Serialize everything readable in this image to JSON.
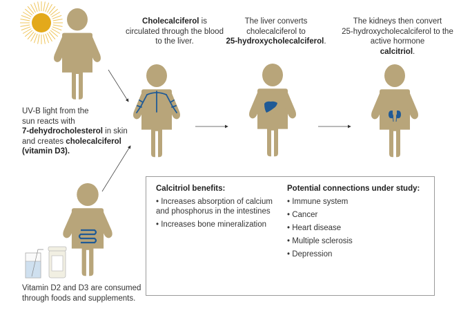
{
  "colors": {
    "figure": "#b8a57a",
    "organ": "#1f5a96",
    "sun": "#e3a91b",
    "sun_rays": "#efc45a",
    "arrow": "#555555",
    "box_border": "#9a9a9a"
  },
  "steps": {
    "skin": {
      "line1": "UV-B light from the",
      "line2": "sun reacts with",
      "bold1": "7-dehydrocholesterol",
      "after1": " in skin",
      "pre2": "and creates ",
      "bold2": "cholecalciferol",
      "bold3": "(vitamin D3)."
    },
    "food": {
      "line1": "Vitamin D2 and D3 are consumed",
      "line2": "through foods and supplements."
    },
    "blood": {
      "bold": "Cholecalciferol",
      "after": " is",
      "line2": "circulated through the blood",
      "line3": "to the liver."
    },
    "liver": {
      "line1": "The liver converts",
      "line2": "cholecalciferol to",
      "bold": "25-hydroxycholecalciferol",
      "end": "."
    },
    "kidney": {
      "line1": "The kidneys then convert",
      "line2": "25-hydroxycholecalciferol to the",
      "line3": "active hormone",
      "bold": "calcitriol",
      "end": "."
    }
  },
  "info_box": {
    "benefits": {
      "title": "Calcitriol benefits:",
      "items": [
        "Increases  absorption of calcium and phosphorus in the intestines",
        "Increases bone mineralization"
      ]
    },
    "connections": {
      "title": "Potential connections under study:",
      "items": [
        "Immune system",
        "Cancer",
        "Heart disease",
        "Multiple sclerosis",
        "Depression"
      ]
    }
  }
}
